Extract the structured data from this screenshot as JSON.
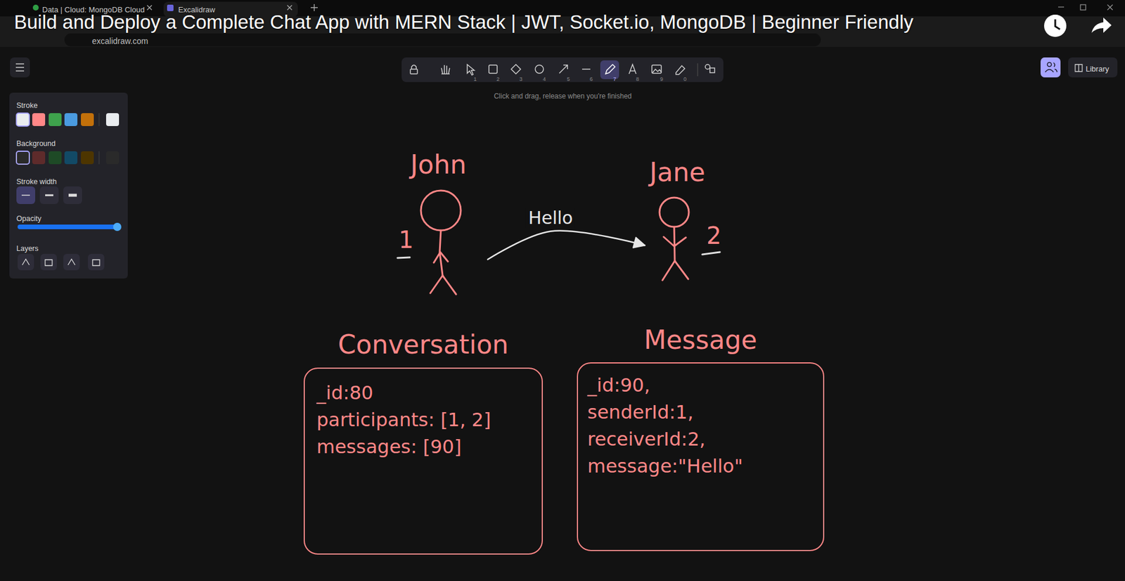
{
  "diagram": {
    "title": "Build and Deploy a Complete Chat App with MERN Stack | JWT, Socket.io, MongoDB | Beginner Friendly",
    "nodes": [
      {
        "text": [
          "John",
          "1"
        ]
      },
      {
        "text": [
          "Jane",
          "2"
        ]
      },
      {
        "text": [
          "Conversation",
          "_id:80",
          "participants: [1, 2]",
          "messages: [90]"
        ]
      },
      {
        "text": [
          "Message",
          "_id:90,",
          "senderId:1,",
          "receiverId:2,",
          "message:\"Hello\""
        ]
      }
    ],
    "edges": [
      {
        "from": 0,
        "to": 1,
        "label": "Hello",
        "arrow": "to"
      }
    ],
    "labels": [
      "Data | Cloud: MongoDB Cloud",
      "Excalidraw",
      "excalidraw.com",
      "Click and drag, release when you're finished",
      "1",
      "2",
      "3",
      "4",
      "5",
      "6",
      "7",
      "8",
      "9",
      "0",
      "Stroke",
      "Background",
      "Stroke width",
      "Opacity",
      "Layers",
      "Library"
    ]
  }
}
